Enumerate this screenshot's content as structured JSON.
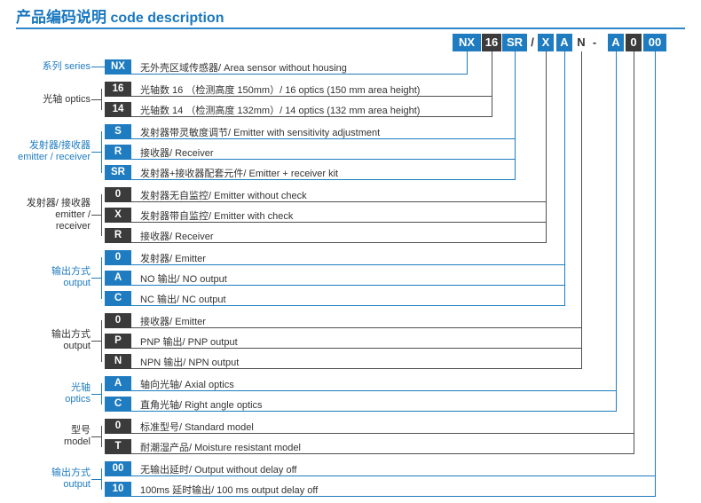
{
  "page": {
    "title_cn": "产品编码说明",
    "title_en": "code description"
  },
  "colors": {
    "blue": "#1f7cc0",
    "dark": "#3b3b3b",
    "dark_line": "#4f4f4f",
    "text": "#333333"
  },
  "top_code": [
    {
      "text": "NX",
      "style": "blue"
    },
    {
      "text": "16",
      "style": "dark"
    },
    {
      "text": "SR",
      "style": "blue"
    },
    {
      "text": "/",
      "style": "plain"
    },
    {
      "text": "X",
      "style": "blue"
    },
    {
      "text": "A",
      "style": "blue"
    },
    {
      "text": "N",
      "style": "plain"
    },
    {
      "text": "-",
      "style": "plain"
    },
    {
      "text": "A",
      "style": "blue"
    },
    {
      "text": "0",
      "style": "dark"
    },
    {
      "text": "00",
      "style": "blue"
    }
  ],
  "groups": [
    {
      "label": [
        "系列 series"
      ],
      "style": "blue",
      "rows": [
        {
          "code": "NX",
          "desc": "无外壳区域传感器/ Area sensor without housing"
        }
      ]
    },
    {
      "label": [
        "光轴 optics"
      ],
      "style": "dark",
      "rows": [
        {
          "code": "16",
          "desc": "光轴数 16 （检测高度 150mm）/ 16 optics (150 mm area height)"
        },
        {
          "code": "14",
          "desc": "光轴数 14 （检测高度 132mm）/ 14 optics (132 mm area height)"
        }
      ]
    },
    {
      "label": [
        "发射器/接收器",
        "emitter / receiver"
      ],
      "style": "blue",
      "rows": [
        {
          "code": "S",
          "desc": "发射器带灵敏度调节/ Emitter with sensitivity adjustment"
        },
        {
          "code": "R",
          "desc": "接收器/ Receiver"
        },
        {
          "code": "SR",
          "desc": "发射器+接收器配套元件/ Emitter + receiver kit"
        }
      ]
    },
    {
      "label": [
        "发射器/ 接收器",
        "emitter /",
        "receiver"
      ],
      "style": "dark",
      "rows": [
        {
          "code": "0",
          "desc": "发射器无自监控/ Emitter without check"
        },
        {
          "code": "X",
          "desc": "发射器带自监控/ Emitter with check"
        },
        {
          "code": "R",
          "desc": "接收器/ Receiver"
        }
      ]
    },
    {
      "label": [
        "输出方式",
        "output"
      ],
      "style": "blue",
      "rows": [
        {
          "code": "0",
          "desc": "发射器/ Emitter"
        },
        {
          "code": "A",
          "desc": "NO 输出/ NO output"
        },
        {
          "code": "C",
          "desc": "NC 输出/ NC output"
        }
      ]
    },
    {
      "label": [
        "输出方式",
        "output"
      ],
      "style": "dark",
      "rows": [
        {
          "code": "0",
          "desc": "接收器/ Emitter"
        },
        {
          "code": "P",
          "desc": "PNP 输出/ PNP output"
        },
        {
          "code": "N",
          "desc": "NPN 输出/ NPN output"
        }
      ]
    },
    {
      "label": [
        "光轴",
        "optics"
      ],
      "style": "blue",
      "rows": [
        {
          "code": "A",
          "desc": "轴向光轴/ Axial optics"
        },
        {
          "code": "C",
          "desc": "直角光轴/ Right angle optics"
        }
      ]
    },
    {
      "label": [
        "型号",
        "model"
      ],
      "style": "dark",
      "rows": [
        {
          "code": "0",
          "desc": "标准型号/ Standard model"
        },
        {
          "code": "T",
          "desc": "耐潮湿产品/ Moisture resistant model"
        }
      ]
    },
    {
      "label": [
        "输出方式",
        "output"
      ],
      "style": "blue",
      "rows": [
        {
          "code": "00",
          "desc": "无输出延时/ Output without delay off"
        },
        {
          "code": "10",
          "desc": "100ms 延时输出/ 100 ms output delay off"
        }
      ]
    }
  ]
}
